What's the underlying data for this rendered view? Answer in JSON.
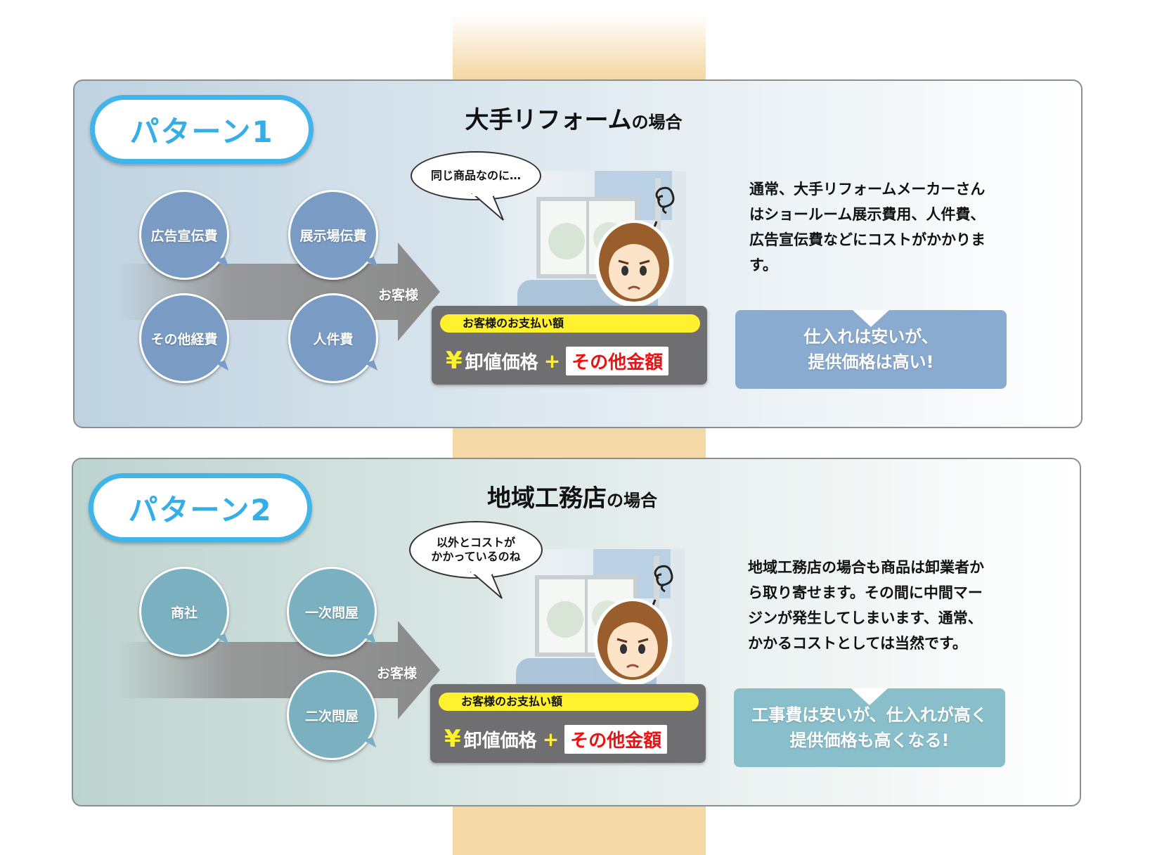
{
  "pattern1": {
    "label": "パターン1",
    "title_main": "大手リフォーム",
    "title_suffix": "の場合",
    "circles": [
      "広告宣伝費",
      "展示場伝費",
      "その他経費",
      "人件費"
    ],
    "arrow_label": "お客様",
    "speech": "同じ商品なのに…",
    "pay_label": "お客様のお支払い額",
    "yen": "¥",
    "wholesale": "卸値価格",
    "plus": "+",
    "other_amount": "その他金額",
    "description": "通常、大手リフォームメーカーさんはショールーム展示費用、人件費、広告宣伝費などにコストがかかります。",
    "callout_line1": "仕入れは安いが、",
    "callout_line2": "提供価格は高い!"
  },
  "pattern2": {
    "label": "パターン2",
    "title_main": "地域工務店",
    "title_suffix": "の場合",
    "circles": [
      "商社",
      "一次問屋",
      "二次問屋"
    ],
    "arrow_label": "お客様",
    "speech_line1": "以外とコストが",
    "speech_line2": "かかっているのね",
    "pay_label": "お客様のお支払い額",
    "yen": "¥",
    "wholesale": "卸値価格",
    "plus": "+",
    "other_amount": "その他金額",
    "description": "地域工務店の場合も商品は卸業者から取り寄せます。その間に中間マージンが発生してしまいます、通常、かかるコストとしては当然です。",
    "callout_line1": "工事費は安いが、仕入れが高く",
    "callout_line2": "提供価格も高くなる!"
  },
  "colors": {
    "pattern_border": "#41b4ea",
    "pay_box": "#6f6f71",
    "pay_label_bg": "#fff12d",
    "other_amount_text": "#e11111",
    "callout1": "#8aabd0",
    "callout2": "#89bfcb",
    "strip": "#f4d8a6"
  }
}
